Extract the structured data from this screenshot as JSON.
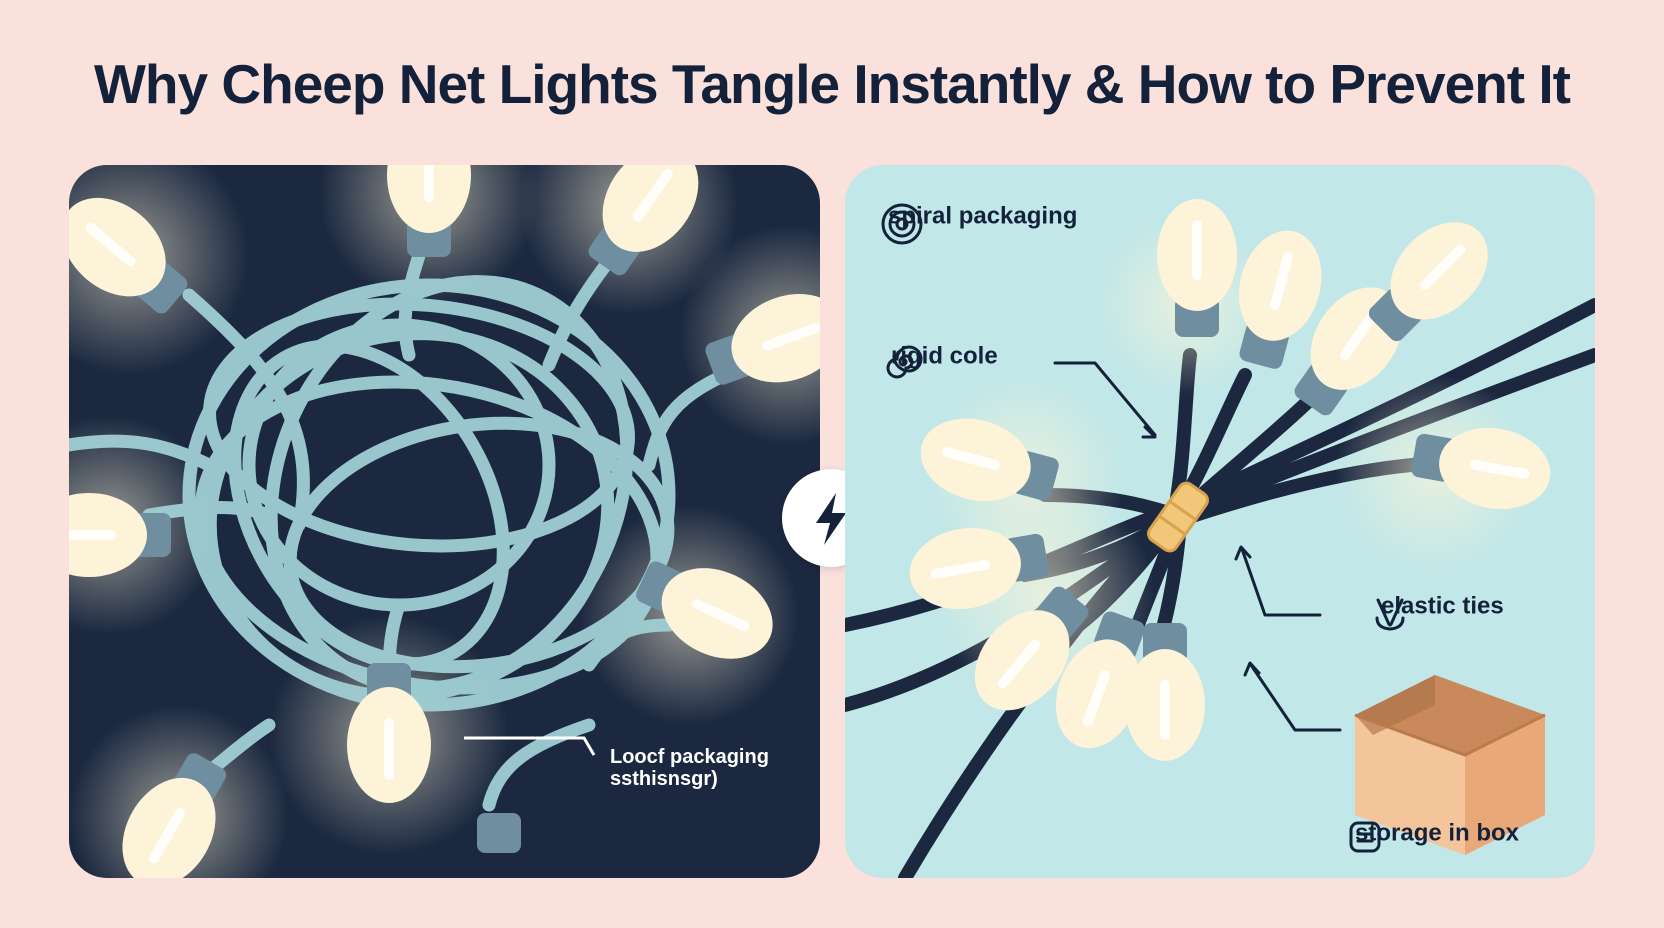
{
  "title": "Why Cheep Net Lights Tangle Instantly & How to Prevent It",
  "left_panel": {
    "label_line1": "Loocf packaging",
    "label_line2": "ssthisnsgr)"
  },
  "right_panel": {
    "labels": {
      "spiral": "spiral packaging",
      "rigid": "rigid cole",
      "elastic": "elastic ties",
      "storage": "storage in box"
    }
  },
  "icons": {
    "spiral": "concentric-circles-icon",
    "rigid": "spiral-icon",
    "elastic": "elastic-tie-icon",
    "storage": "storage-box-icon",
    "center": "lightning-bolt-icon"
  },
  "colors": {
    "background": "#fbe1dc",
    "left_panel": "#1b2840",
    "right_panel": "#c1e7e8",
    "title": "#14213a",
    "bulb": "#fdf3d8",
    "socket": "#6f8ea0",
    "tangled_wire": "#9fcfd4",
    "neat_wire": "#1b2840",
    "tie": "#f2c77a",
    "box": "#f4c59b"
  }
}
